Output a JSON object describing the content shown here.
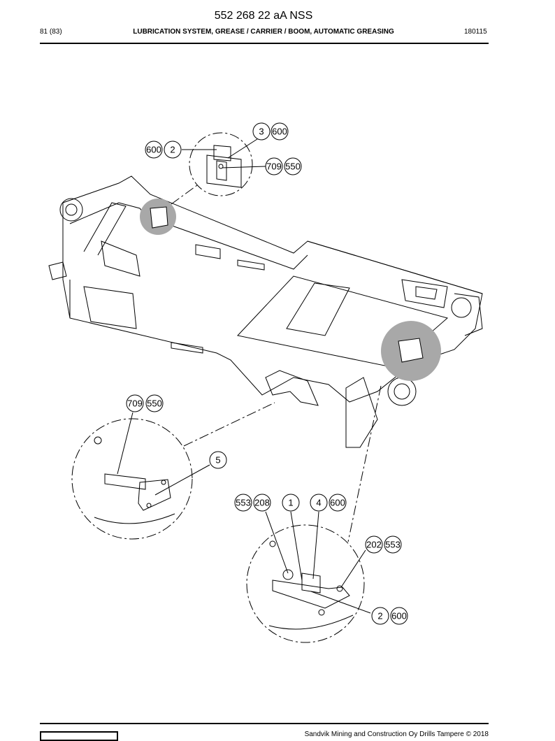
{
  "header": {
    "doc_number": "552 268 22 aA NSS",
    "page": "81 (83)",
    "title": "LUBRICATION SYSTEM, GREASE / CARRIER / BOOM, AUTOMATIC GREASING",
    "date_code": "180115"
  },
  "footer": {
    "copyright": "Sandvik Mining and Construction Oy Drills Tampere © 2018"
  },
  "callouts": {
    "top_a": [
      "3",
      "600"
    ],
    "top_b": [
      "600",
      "2"
    ],
    "top_c": [
      "709",
      "550"
    ],
    "left_a": [
      "709",
      "550"
    ],
    "left_b": [
      "5"
    ],
    "bottom_a": [
      "553",
      "208"
    ],
    "bottom_b": [
      "1"
    ],
    "bottom_c": [
      "4",
      "600"
    ],
    "bottom_d": [
      "202",
      "553"
    ],
    "bottom_e": [
      "2",
      "600"
    ]
  },
  "colors": {
    "highlight": "#a8a8a8",
    "line": "#000000"
  }
}
